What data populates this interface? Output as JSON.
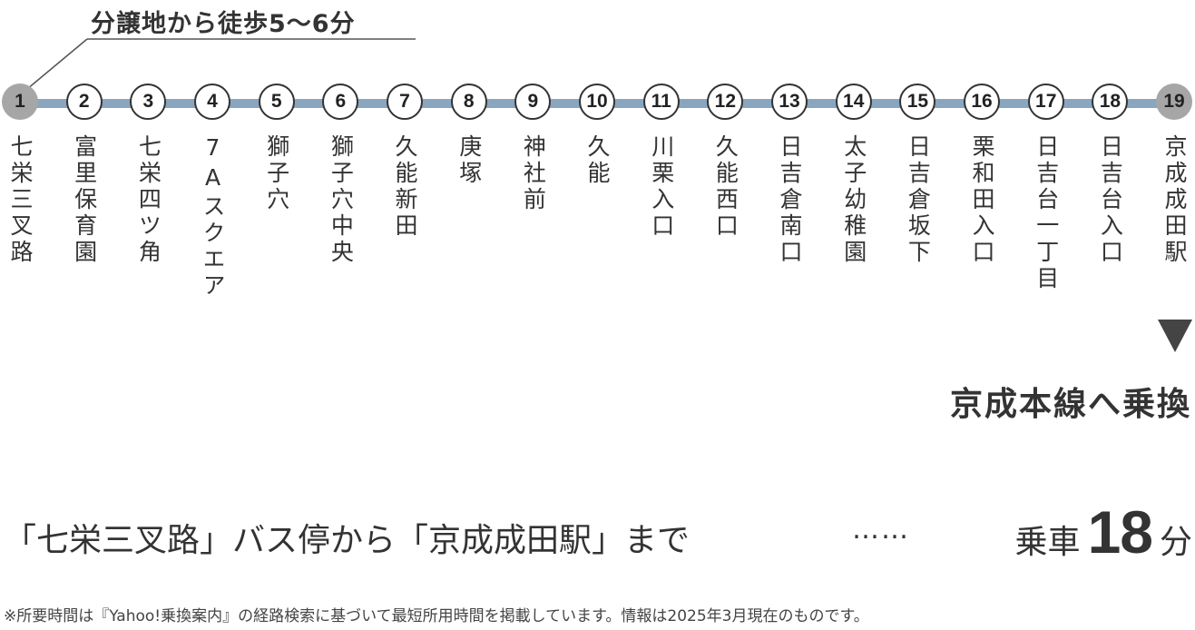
{
  "walk_note": "分譲地から徒歩5〜6分",
  "colors": {
    "route_line": "#8aa6bf",
    "terminal_stop": "#a6a6a6",
    "text": "#333333"
  },
  "stops": [
    {
      "number": "1",
      "name": "七栄三叉路",
      "terminal": true
    },
    {
      "number": "2",
      "name": "富里保育園"
    },
    {
      "number": "3",
      "name": "七栄四ツ角"
    },
    {
      "number": "4",
      "name": "7Aスクエア"
    },
    {
      "number": "5",
      "name": "獅子穴"
    },
    {
      "number": "6",
      "name": "獅子穴中央"
    },
    {
      "number": "7",
      "name": "久能新田"
    },
    {
      "number": "8",
      "name": "庚塚"
    },
    {
      "number": "9",
      "name": "神社前"
    },
    {
      "number": "10",
      "name": "久能"
    },
    {
      "number": "11",
      "name": "川栗入口"
    },
    {
      "number": "12",
      "name": "久能西口"
    },
    {
      "number": "13",
      "name": "日吉倉南口"
    },
    {
      "number": "14",
      "name": "太子幼稚園"
    },
    {
      "number": "15",
      "name": "日吉倉坂下"
    },
    {
      "number": "16",
      "name": "栗和田入口"
    },
    {
      "number": "17",
      "name": "日吉台一丁目"
    },
    {
      "number": "18",
      "name": "日吉台入口"
    },
    {
      "number": "19",
      "name": "京成成田駅",
      "terminal": true
    }
  ],
  "transfer": "京成本線へ乗換",
  "ride": {
    "description": "「七栄三叉路」バス停から「京成成田駅」まで",
    "dots": "……",
    "label": "乗車",
    "minutes": "18",
    "unit": "分"
  },
  "footnote": "※所要時間は『Yahoo!乗換案内』の経路検索に基づいて最短所用時間を掲載しています。情報は2025年3月現在のものです。"
}
